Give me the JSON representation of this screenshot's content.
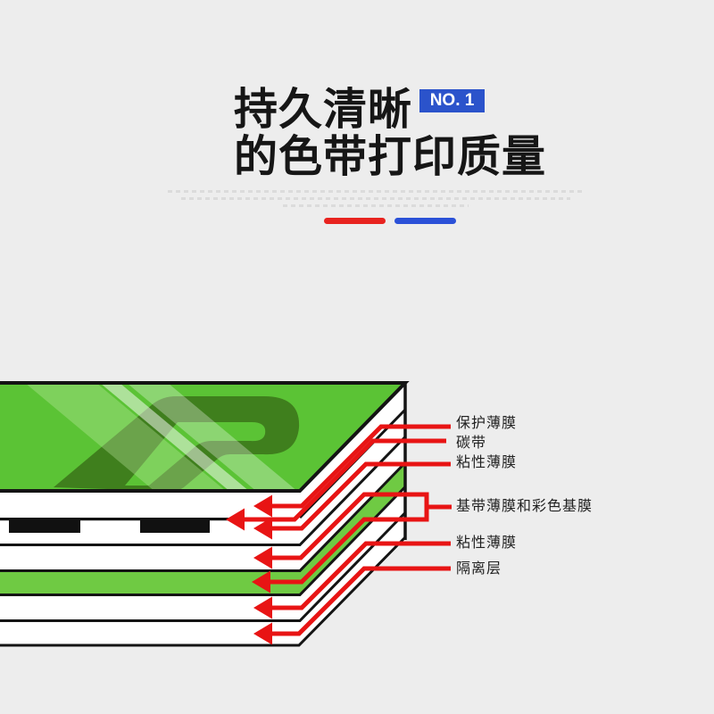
{
  "page": {
    "background_color": "#ededed"
  },
  "header": {
    "title_line1": "持久清晰",
    "title_line2": "的色带打印质量",
    "badge_label": "NO. 1",
    "badge_color": "#2b53cb",
    "underline_red_color": "#e8231f",
    "underline_blue_color": "#2b51d8"
  },
  "diagram": {
    "type": "ribbon-layer-stack",
    "colors": {
      "top_surface_green": "#5bc335",
      "logo_dark_green": "#3f7f1d",
      "base_film_green": "#6fca43",
      "film_white": "#ffffff",
      "carbon_black": "#111111",
      "leader_red": "#e81414",
      "outline_black": "#141414"
    },
    "stack_layers": [
      {
        "label": "保护薄膜",
        "color": "#ffffff",
        "style": "solid"
      },
      {
        "label": "碳带",
        "color": "#111111",
        "style": "dashed"
      },
      {
        "label": "粘性薄膜",
        "color": "#ffffff",
        "style": "solid"
      },
      {
        "label": "基带薄膜和彩色基膜",
        "color": "#6fca43",
        "style": "bracketed-pair"
      },
      {
        "label": "粘性薄膜",
        "color": "#ffffff",
        "style": "solid"
      },
      {
        "label": "隔离层",
        "color": "#ffffff",
        "style": "solid"
      }
    ]
  }
}
